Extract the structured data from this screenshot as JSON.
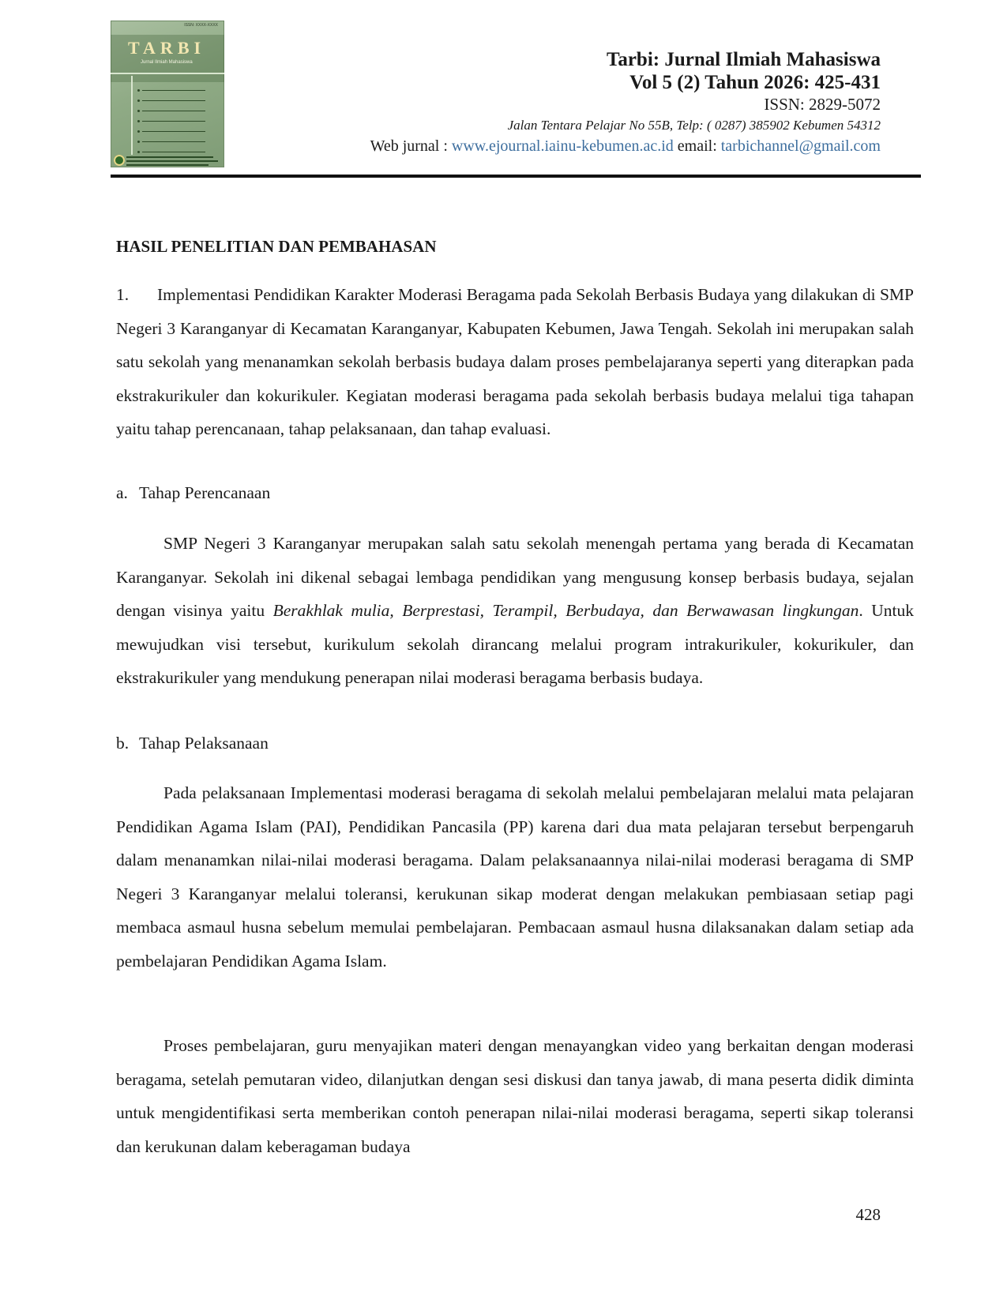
{
  "header": {
    "cover": {
      "issn": "ISSN: XXXX-XXXX",
      "wordmark": "TARBI",
      "subtitle": "Jurnal Ilmiah Mahasiswa"
    },
    "journal_title": "Tarbi: Jurnal Ilmiah Mahasiswa",
    "volume": "Vol 5 (2) Tahun 2026: 425-431",
    "issn": "ISSN:  2829-5072",
    "address": "Jalan Tentara Pelajar No 55B, Telp: ( 0287) 385902 Kebumen 54312",
    "web_label": "Web jurnal : ",
    "web_url": "www.ejournal.iainu-kebumen.ac.id",
    "email_label": " email: ",
    "email": "tarbichannel@gmail.com"
  },
  "body": {
    "section_heading": "HASIL PENELITIAN DAN PEMBAHASAN",
    "item1_number": "1.",
    "item1_text": "Implementasi Pendidikan Karakter Moderasi Beragama pada Sekolah Berbasis Budaya yang dilakukan di SMP Negeri 3 Karanganyar di Kecamatan Karanganyar, Kabupaten Kebumen, Jawa Tengah. Sekolah ini merupakan salah satu sekolah yang menanamkan sekolah berbasis budaya dalam proses pembelajaranya seperti yang diterapkan pada ekstrakurikuler dan kokurikuler. Kegiatan moderasi beragama pada sekolah berbasis budaya melalui tiga tahapan yaitu tahap perencanaan, tahap pelaksanaan, dan tahap evaluasi.",
    "sub_a_label": "a.",
    "sub_a_title": "Tahap Perencanaan",
    "para_a_part1": "SMP Negeri 3 Karanganyar merupakan salah satu sekolah menengah pertama yang berada di Kecamatan Karanganyar. Sekolah ini dikenal sebagai lembaga pendidikan yang mengusung konsep berbasis budaya, sejalan dengan visinya yaitu ",
    "para_a_italic": "Berakhlak mulia, Berprestasi, Terampil, Berbudaya, dan Berwawasan lingkungan",
    "para_a_part2": ". Untuk mewujudkan visi tersebut, kurikulum sekolah dirancang melalui program intrakurikuler, kokurikuler, dan ekstrakurikuler yang mendukung penerapan nilai moderasi beragama berbasis budaya.",
    "sub_b_label": "b.",
    "sub_b_title": "Tahap Pelaksanaan",
    "para_b1": "Pada pelaksanaan Implementasi moderasi beragama di sekolah melalui pembelajaran melalui mata pelajaran Pendidikan Agama Islam (PAI), Pendidikan Pancasila (PP) karena dari dua mata pelajaran tersebut berpengaruh dalam menanamkan nilai-nilai moderasi beragama. Dalam pelaksanaannya nilai-nilai moderasi beragama di SMP Negeri 3 Karanganyar melalui toleransi, kerukunan sikap moderat dengan melakukan pembiasaan setiap pagi membaca asmaul husna sebelum memulai pembelajaran. Pembacaan asmaul husna dilaksanakan dalam setiap ada pembelajaran Pendidikan Agama Islam.",
    "para_b2": "Proses pembelajaran, guru menyajikan materi dengan menayangkan video yang berkaitan dengan moderasi beragama, setelah pemutaran video, dilanjutkan dengan sesi diskusi dan tanya jawab, di mana peserta didik diminta untuk mengidentifikasi serta memberikan contoh penerapan nilai-nilai moderasi beragama, seperti sikap toleransi dan kerukunan dalam keberagaman budaya"
  },
  "footer": {
    "page_number": "428"
  }
}
